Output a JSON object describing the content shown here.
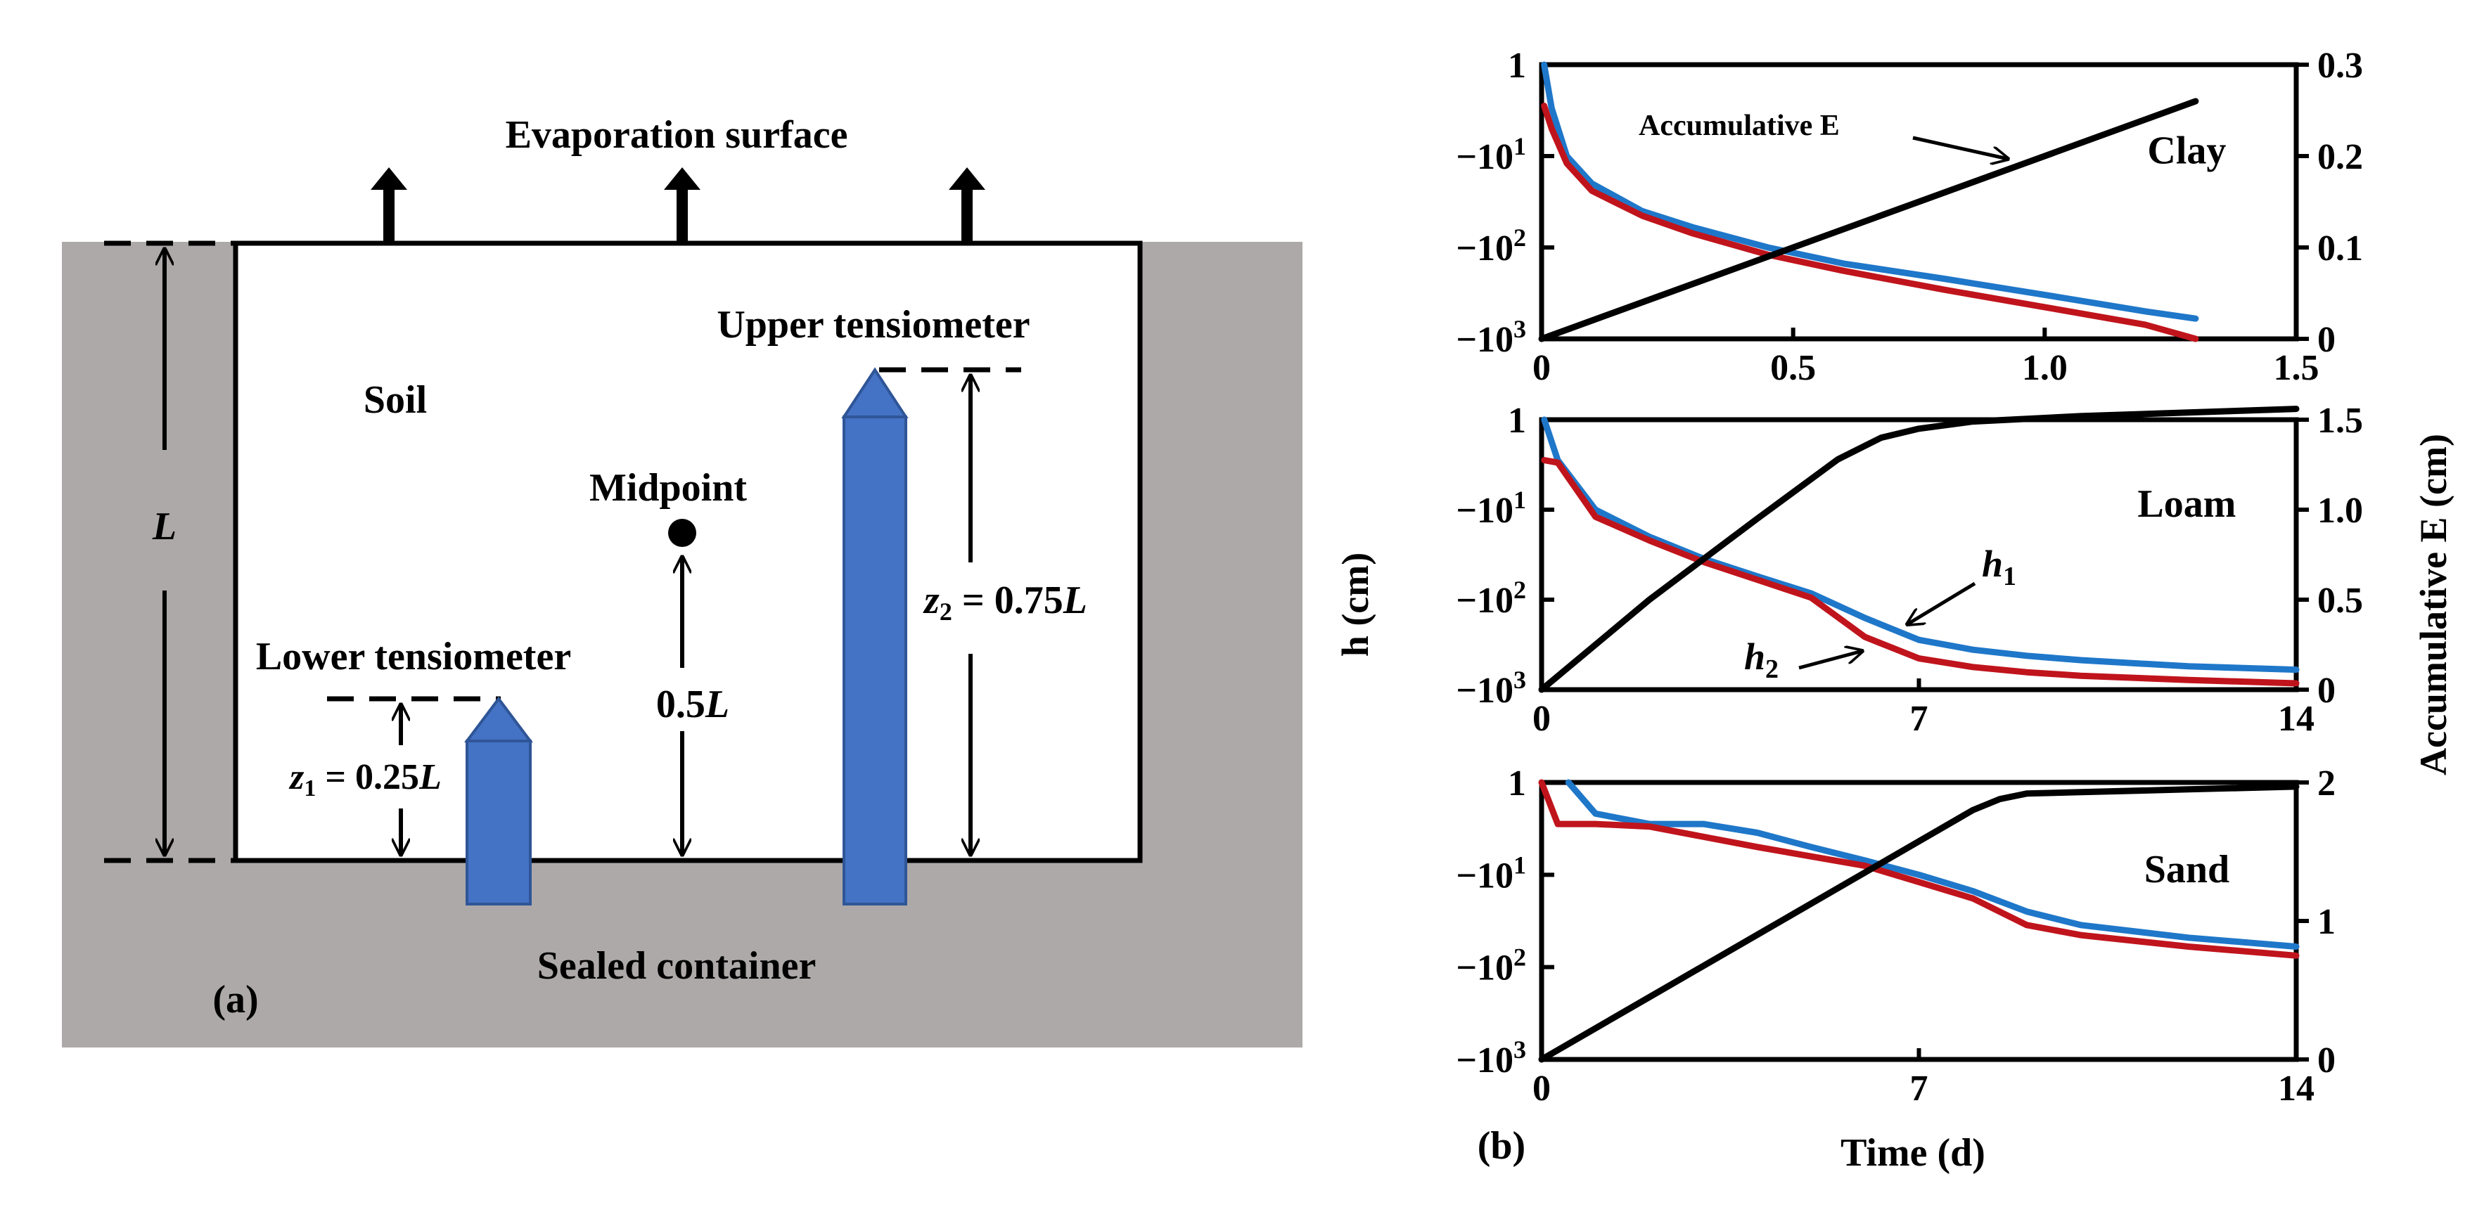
{
  "panel_a": {
    "label": "(a)",
    "evaporation_surface": "Evaporation surface",
    "soil": "Soil",
    "midpoint": "Midpoint",
    "upper_tensiometer": "Upper tensiometer",
    "lower_tensiometer": "Lower tensiometer",
    "sealed_container": "Sealed container",
    "depth_label": "L",
    "midpoint_height": "0.5L",
    "z1_label": "z1 = 0.25L",
    "z2_label": "z2 = 0.75L",
    "colors": {
      "background": "#ada9a9",
      "sensor": "#4472c4",
      "sensor_edge": "#2f5597",
      "soil": "#ffffff"
    }
  },
  "panel_b": {
    "label": "(b)",
    "ylabel_left": "h (cm)",
    "ylabel_right": "Accumulative E (cm)",
    "xlabel": "Time (d)",
    "colors": {
      "h1": "#1f77c9",
      "h2": "#c0141c",
      "E": "#000000"
    }
  },
  "chart_data": [
    {
      "type": "line",
      "title": "Clay",
      "annotation": "Accumulative E",
      "xlim": [
        0,
        1.5
      ],
      "x_ticks": [
        0,
        0.5,
        1.0,
        1.5
      ],
      "x_tick_labels": [
        "0",
        "0.5",
        "1.0",
        "1.5"
      ],
      "y_left_ticks": [
        "1",
        "-10^1",
        "-10^2",
        "-10^3"
      ],
      "y_left_scale": "symlog",
      "y_right_lim": [
        0,
        0.3
      ],
      "y_right_ticks": [
        0,
        0.1,
        0.2,
        0.3
      ],
      "y_right_tick_labels": [
        "0",
        "0.1",
        "0.2",
        "0.3"
      ],
      "series": [
        {
          "name": "h1",
          "axis": "left",
          "x": [
            0.005,
            0.02,
            0.05,
            0.1,
            0.2,
            0.3,
            0.45,
            0.6,
            0.8,
            1.0,
            1.2,
            1.3
          ],
          "y": [
            1,
            -3,
            -10,
            -20,
            -40,
            -60,
            -100,
            -150,
            -220,
            -330,
            -500,
            -600
          ]
        },
        {
          "name": "h2",
          "axis": "left",
          "x": [
            0.005,
            0.02,
            0.05,
            0.1,
            0.2,
            0.3,
            0.45,
            0.6,
            0.8,
            1.0,
            1.2,
            1.3
          ],
          "y": [
            -2,
            -5,
            -12,
            -24,
            -45,
            -70,
            -120,
            -180,
            -290,
            -450,
            -700,
            -1000
          ]
        },
        {
          "name": "Accumulative E",
          "axis": "right",
          "x": [
            0,
            1.3
          ],
          "y": [
            0,
            0.26
          ]
        }
      ]
    },
    {
      "type": "line",
      "title": "Loam",
      "annotations": [
        "h1",
        "h2"
      ],
      "xlim": [
        0,
        14
      ],
      "x_ticks": [
        0,
        7,
        14
      ],
      "x_tick_labels": [
        "0",
        "7",
        "14"
      ],
      "y_left_ticks": [
        "1",
        "-10^1",
        "-10^2",
        "-10^3"
      ],
      "y_left_scale": "symlog",
      "y_right_lim": [
        0,
        1.5
      ],
      "y_right_ticks": [
        0,
        0.5,
        1.0,
        1.5
      ],
      "y_right_tick_labels": [
        "0",
        "0.5",
        "1.0",
        "1.5"
      ],
      "series": [
        {
          "name": "h1",
          "axis": "left",
          "x": [
            0.05,
            0.3,
            1,
            2,
            3,
            4,
            5,
            6,
            7,
            8,
            9,
            10,
            12,
            14
          ],
          "y": [
            1,
            -2,
            -10,
            -20,
            -35,
            -55,
            -85,
            -160,
            -280,
            -360,
            -420,
            -470,
            -550,
            -600
          ]
        },
        {
          "name": "h2",
          "axis": "left",
          "x": [
            0.05,
            0.3,
            1,
            2,
            3,
            4,
            5,
            6,
            7,
            8,
            9,
            10,
            12,
            14
          ],
          "y": [
            -1,
            -3,
            -12,
            -22,
            -38,
            -60,
            -95,
            -260,
            -450,
            -560,
            -640,
            -700,
            -780,
            -850
          ]
        },
        {
          "name": "Accumulative E",
          "axis": "right",
          "x": [
            0,
            2,
            4,
            5.5,
            6.3,
            7,
            8,
            10,
            12,
            14
          ],
          "y": [
            0,
            0.5,
            0.95,
            1.28,
            1.4,
            1.45,
            1.49,
            1.52,
            1.54,
            1.56
          ]
        }
      ]
    },
    {
      "type": "line",
      "title": "Sand",
      "xlim": [
        0,
        14
      ],
      "x_ticks": [
        0,
        7,
        14
      ],
      "x_tick_labels": [
        "0",
        "7",
        "14"
      ],
      "y_left_ticks": [
        "1",
        "-10^1",
        "-10^2",
        "-10^3"
      ],
      "y_left_scale": "symlog",
      "y_right_lim": [
        0,
        2
      ],
      "y_right_ticks": [
        0,
        1,
        2
      ],
      "y_right_tick_labels": [
        "0",
        "1",
        "2"
      ],
      "series": [
        {
          "name": "h1",
          "axis": "left",
          "x": [
            0.5,
            1,
            2,
            3,
            4,
            5,
            6,
            7,
            8,
            9,
            10,
            12,
            14
          ],
          "y": [
            1,
            -0.5,
            -1.5,
            -2.5,
            -3.5,
            -5,
            -7,
            -10,
            -15,
            -25,
            -35,
            -48,
            -60
          ]
        },
        {
          "name": "h2",
          "axis": "left",
          "x": [
            0,
            0.3,
            1,
            2,
            4,
            6,
            7,
            8,
            9,
            10,
            12,
            14
          ],
          "y": [
            1,
            -1,
            -2,
            -3,
            -5,
            -8,
            -12,
            -18,
            -35,
            -45,
            -60,
            -75
          ]
        },
        {
          "name": "Accumulative E",
          "axis": "right",
          "x": [
            0,
            2,
            4,
            6,
            8,
            8.5,
            9,
            10,
            12,
            14
          ],
          "y": [
            0,
            0.45,
            0.9,
            1.35,
            1.8,
            1.88,
            1.92,
            1.93,
            1.95,
            1.97
          ]
        }
      ]
    }
  ]
}
